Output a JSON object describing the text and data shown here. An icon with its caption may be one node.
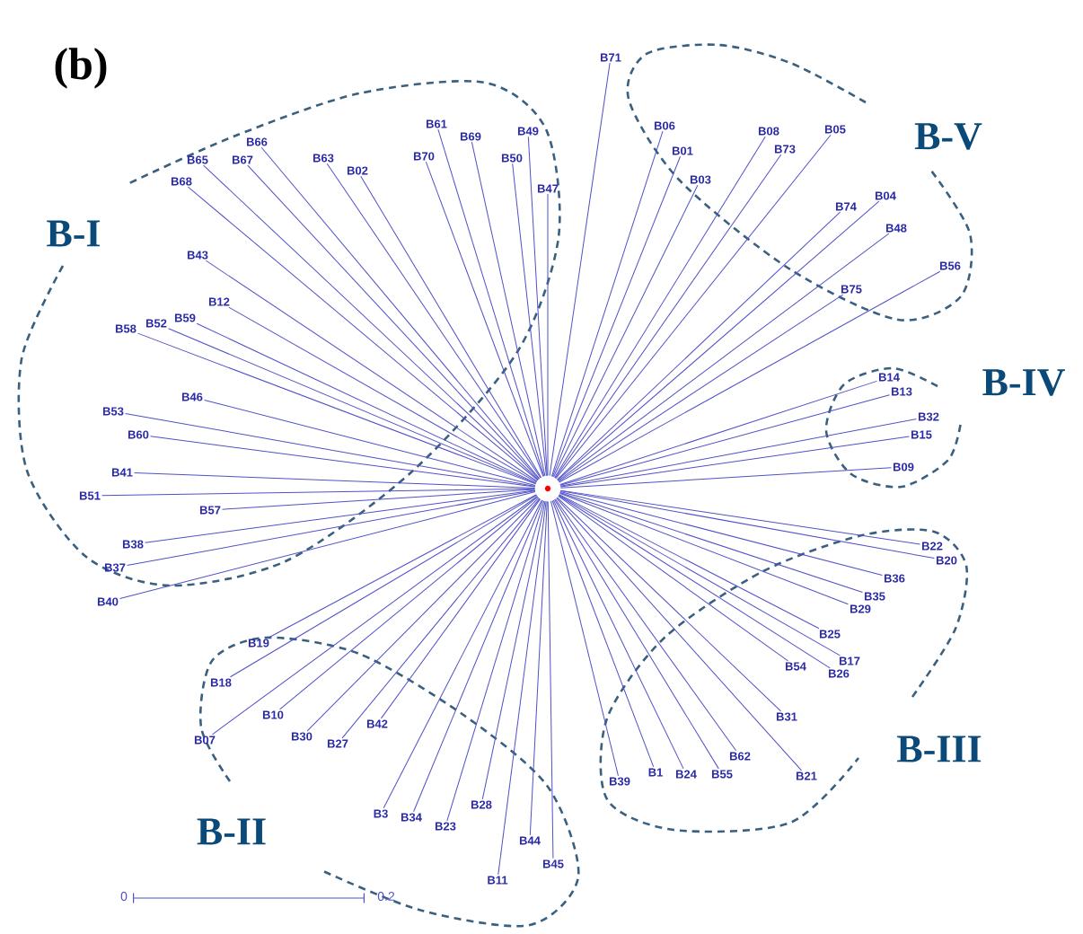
{
  "diagram": {
    "nodes": [
      {
        "text": [],
        "shape": "circle"
      },
      {
        "text": [
          "B71"
        ]
      },
      {
        "text": [
          "B61"
        ]
      },
      {
        "text": [
          "B69"
        ]
      },
      {
        "text": [
          "B49"
        ]
      },
      {
        "text": [
          "B70"
        ]
      },
      {
        "text": [
          "B50"
        ]
      },
      {
        "text": [
          "B47"
        ]
      },
      {
        "text": [
          "B66"
        ]
      },
      {
        "text": [
          "B65"
        ]
      },
      {
        "text": [
          "B67"
        ]
      },
      {
        "text": [
          "B63"
        ]
      },
      {
        "text": [
          "B02"
        ]
      },
      {
        "text": [
          "B68"
        ]
      },
      {
        "text": [
          "B43"
        ]
      },
      {
        "text": [
          "B12"
        ]
      },
      {
        "text": [
          "B59"
        ]
      },
      {
        "text": [
          "B52"
        ]
      },
      {
        "text": [
          "B58"
        ]
      },
      {
        "text": [
          "B46"
        ]
      },
      {
        "text": [
          "B53"
        ]
      },
      {
        "text": [
          "B60"
        ]
      },
      {
        "text": [
          "B41"
        ]
      },
      {
        "text": [
          "B51"
        ]
      },
      {
        "text": [
          "B57"
        ]
      },
      {
        "text": [
          "B38"
        ]
      },
      {
        "text": [
          "B37"
        ]
      },
      {
        "text": [
          "B40"
        ]
      },
      {
        "text": [
          "B19"
        ]
      },
      {
        "text": [
          "B18"
        ]
      },
      {
        "text": [
          "B10"
        ]
      },
      {
        "text": [
          "B07"
        ]
      },
      {
        "text": [
          "B30"
        ]
      },
      {
        "text": [
          "B27"
        ]
      },
      {
        "text": [
          "B42"
        ]
      },
      {
        "text": [
          "B3"
        ]
      },
      {
        "text": [
          "B34"
        ]
      },
      {
        "text": [
          "B23"
        ]
      },
      {
        "text": [
          "B28"
        ]
      },
      {
        "text": [
          "B44"
        ]
      },
      {
        "text": [
          "B45"
        ]
      },
      {
        "text": [
          "B11"
        ]
      },
      {
        "text": [
          "B22"
        ]
      },
      {
        "text": [
          "B20"
        ]
      },
      {
        "text": [
          "B36"
        ]
      },
      {
        "text": [
          "B35"
        ]
      },
      {
        "text": [
          "B29"
        ]
      },
      {
        "text": [
          "B25"
        ]
      },
      {
        "text": [
          "B17"
        ]
      },
      {
        "text": [
          "B26"
        ]
      },
      {
        "text": [
          "B54"
        ]
      },
      {
        "text": [
          "B31"
        ]
      },
      {
        "text": [
          "B62"
        ]
      },
      {
        "text": [
          "B21"
        ]
      },
      {
        "text": [
          "B39"
        ]
      },
      {
        "text": [
          "B1"
        ]
      },
      {
        "text": [
          "B24"
        ]
      },
      {
        "text": [
          "B55"
        ]
      },
      {
        "text": [
          "B06"
        ]
      },
      {
        "text": [
          "B01"
        ]
      },
      {
        "text": [
          "B03"
        ]
      },
      {
        "text": [
          "B08"
        ]
      },
      {
        "text": [
          "B73"
        ]
      },
      {
        "text": [
          "B05"
        ]
      },
      {
        "text": [
          "B74"
        ]
      },
      {
        "text": [
          "B04"
        ]
      },
      {
        "text": [
          "B48"
        ]
      },
      {
        "text": [
          "B56"
        ]
      },
      {
        "text": [
          "B75"
        ]
      },
      {
        "text": [
          "B14"
        ]
      },
      {
        "text": [
          "B13"
        ]
      },
      {
        "text": [
          "B32"
        ]
      },
      {
        "text": [
          "B15"
        ]
      },
      {
        "text": [
          "B09"
        ]
      }
    ],
    "edges": [
      {
        "from": 0,
        "to": 1,
        "arrow": "none"
      },
      {
        "from": 0,
        "to": 2,
        "arrow": "none"
      },
      {
        "from": 0,
        "to": 3,
        "arrow": "none"
      },
      {
        "from": 0,
        "to": 4,
        "arrow": "none"
      },
      {
        "from": 0,
        "to": 5,
        "arrow": "none"
      },
      {
        "from": 0,
        "to": 6,
        "arrow": "none"
      },
      {
        "from": 0,
        "to": 7,
        "arrow": "none"
      },
      {
        "from": 0,
        "to": 8,
        "arrow": "none"
      },
      {
        "from": 0,
        "to": 9,
        "arrow": "none"
      },
      {
        "from": 0,
        "to": 10,
        "arrow": "none"
      },
      {
        "from": 0,
        "to": 11,
        "arrow": "none"
      },
      {
        "from": 0,
        "to": 12,
        "arrow": "none"
      },
      {
        "from": 0,
        "to": 13,
        "arrow": "none"
      },
      {
        "from": 0,
        "to": 14,
        "arrow": "none"
      },
      {
        "from": 0,
        "to": 15,
        "arrow": "none"
      },
      {
        "from": 0,
        "to": 16,
        "arrow": "none"
      },
      {
        "from": 0,
        "to": 17,
        "arrow": "none"
      },
      {
        "from": 0,
        "to": 18,
        "arrow": "none"
      },
      {
        "from": 0,
        "to": 19,
        "arrow": "none"
      },
      {
        "from": 0,
        "to": 20,
        "arrow": "none"
      },
      {
        "from": 0,
        "to": 21,
        "arrow": "none"
      },
      {
        "from": 0,
        "to": 22,
        "arrow": "none"
      },
      {
        "from": 0,
        "to": 23,
        "arrow": "none"
      },
      {
        "from": 0,
        "to": 24,
        "arrow": "none"
      },
      {
        "from": 0,
        "to": 25,
        "arrow": "none"
      },
      {
        "from": 0,
        "to": 26,
        "arrow": "none"
      },
      {
        "from": 0,
        "to": 27,
        "arrow": "none"
      },
      {
        "from": 0,
        "to": 28,
        "arrow": "none"
      },
      {
        "from": 0,
        "to": 29,
        "arrow": "none"
      },
      {
        "from": 0,
        "to": 30,
        "arrow": "none"
      },
      {
        "from": 0,
        "to": 31,
        "arrow": "none"
      },
      {
        "from": 0,
        "to": 32,
        "arrow": "none"
      },
      {
        "from": 0,
        "to": 33,
        "arrow": "none"
      },
      {
        "from": 0,
        "to": 34,
        "arrow": "none"
      },
      {
        "from": 0,
        "to": 35,
        "arrow": "none"
      },
      {
        "from": 0,
        "to": 36,
        "arrow": "none"
      },
      {
        "from": 0,
        "to": 37,
        "arrow": "none"
      },
      {
        "from": 0,
        "to": 38,
        "arrow": "none"
      },
      {
        "from": 0,
        "to": 39,
        "arrow": "none"
      },
      {
        "from": 0,
        "to": 40,
        "arrow": "none"
      },
      {
        "from": 0,
        "to": 41,
        "arrow": "none"
      },
      {
        "from": 0,
        "to": 42,
        "arrow": "none"
      },
      {
        "from": 0,
        "to": 43,
        "arrow": "none"
      },
      {
        "from": 0,
        "to": 44,
        "arrow": "none"
      },
      {
        "from": 0,
        "to": 45,
        "arrow": "none"
      },
      {
        "from": 0,
        "to": 46,
        "arrow": "none"
      },
      {
        "from": 0,
        "to": 47,
        "arrow": "none"
      },
      {
        "from": 0,
        "to": 48,
        "arrow": "none"
      },
      {
        "from": 0,
        "to": 49,
        "arrow": "none"
      },
      {
        "from": 0,
        "to": 50,
        "arrow": "none"
      },
      {
        "from": 0,
        "to": 51,
        "arrow": "none"
      },
      {
        "from": 0,
        "to": 52,
        "arrow": "none"
      },
      {
        "from": 0,
        "to": 53,
        "arrow": "none"
      },
      {
        "from": 0,
        "to": 54,
        "arrow": "none"
      },
      {
        "from": 0,
        "to": 55,
        "arrow": "none"
      },
      {
        "from": 0,
        "to": 56,
        "arrow": "none"
      },
      {
        "from": 0,
        "to": 57,
        "arrow": "none"
      },
      {
        "from": 0,
        "to": 58,
        "arrow": "none"
      },
      {
        "from": 0,
        "to": 59,
        "arrow": "none"
      },
      {
        "from": 0,
        "to": 60,
        "arrow": "none"
      },
      {
        "from": 0,
        "to": 61,
        "arrow": "none"
      },
      {
        "from": 0,
        "to": 62,
        "arrow": "none"
      },
      {
        "from": 0,
        "to": 63,
        "arrow": "none"
      },
      {
        "from": 0,
        "to": 64,
        "arrow": "none"
      },
      {
        "from": 0,
        "to": 65,
        "arrow": "none"
      },
      {
        "from": 0,
        "to": 66,
        "arrow": "none"
      },
      {
        "from": 0,
        "to": 67,
        "arrow": "none"
      },
      {
        "from": 0,
        "to": 68,
        "arrow": "none"
      },
      {
        "from": 0,
        "to": 69,
        "arrow": "none"
      },
      {
        "from": 0,
        "to": 70,
        "arrow": "none"
      },
      {
        "from": 0,
        "to": 71,
        "arrow": "none"
      },
      {
        "from": 0,
        "to": 72,
        "arrow": "none"
      },
      {
        "from": 0,
        "to": 73,
        "arrow": "none"
      }
    ],
    "labels": [
      "(b)",
      "B-I",
      "B-V",
      "B-IV",
      "B-III",
      "B-II",
      "0",
      "0.2"
    ]
  }
}
